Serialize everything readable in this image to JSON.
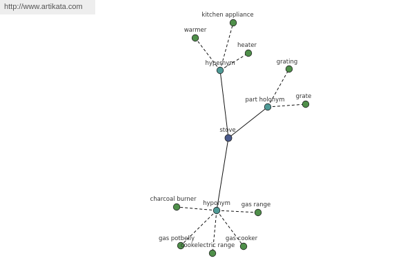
{
  "header": {
    "url_text": "http://www.artikata.com"
  },
  "colors": {
    "center": "#4a5a8c",
    "relation": "#4e9a96",
    "leaf": "#4f8f4a",
    "edge": "#111111"
  },
  "graph": {
    "nodes": [
      {
        "id": "stove",
        "label": "stove",
        "kind": "center"
      },
      {
        "id": "hypernym",
        "label": "hypernym",
        "kind": "relation"
      },
      {
        "id": "part_holonym",
        "label": "part holonym",
        "kind": "relation"
      },
      {
        "id": "hyponym",
        "label": "hyponym",
        "kind": "relation"
      },
      {
        "id": "kitchen_appliance",
        "label": "kitchen appliance",
        "kind": "leaf"
      },
      {
        "id": "warmer",
        "label": "warmer",
        "kind": "leaf"
      },
      {
        "id": "heater",
        "label": "heater",
        "kind": "leaf"
      },
      {
        "id": "grating",
        "label": "grating",
        "kind": "leaf"
      },
      {
        "id": "grate",
        "label": "grate",
        "kind": "leaf"
      },
      {
        "id": "charcoal_burner",
        "label": "charcoal burner",
        "kind": "leaf"
      },
      {
        "id": "gas_range",
        "label": "gas range",
        "kind": "leaf"
      },
      {
        "id": "gas_potbelly",
        "label": "gas potbelly",
        "kind": "leaf"
      },
      {
        "id": "cookelectric_range",
        "label": "cookelectric range",
        "kind": "leaf"
      },
      {
        "id": "gas_cooker",
        "label": "gas cooker",
        "kind": "leaf"
      }
    ],
    "edges": [
      {
        "from": "stove",
        "to": "hypernym",
        "style": "solid"
      },
      {
        "from": "stove",
        "to": "part_holonym",
        "style": "solid"
      },
      {
        "from": "stove",
        "to": "hyponym",
        "style": "solid"
      },
      {
        "from": "hypernym",
        "to": "kitchen_appliance",
        "style": "dashed"
      },
      {
        "from": "hypernym",
        "to": "warmer",
        "style": "dashed"
      },
      {
        "from": "hypernym",
        "to": "heater",
        "style": "dashed"
      },
      {
        "from": "part_holonym",
        "to": "grating",
        "style": "dashed"
      },
      {
        "from": "part_holonym",
        "to": "grate",
        "style": "dashed"
      },
      {
        "from": "hyponym",
        "to": "charcoal_burner",
        "style": "dashed"
      },
      {
        "from": "hyponym",
        "to": "gas_range",
        "style": "dashed"
      },
      {
        "from": "hyponym",
        "to": "gas_potbelly",
        "style": "dashed"
      },
      {
        "from": "hyponym",
        "to": "cookelectric_range",
        "style": "dashed"
      },
      {
        "from": "hyponym",
        "to": "gas_cooker",
        "style": "dashed"
      }
    ]
  }
}
